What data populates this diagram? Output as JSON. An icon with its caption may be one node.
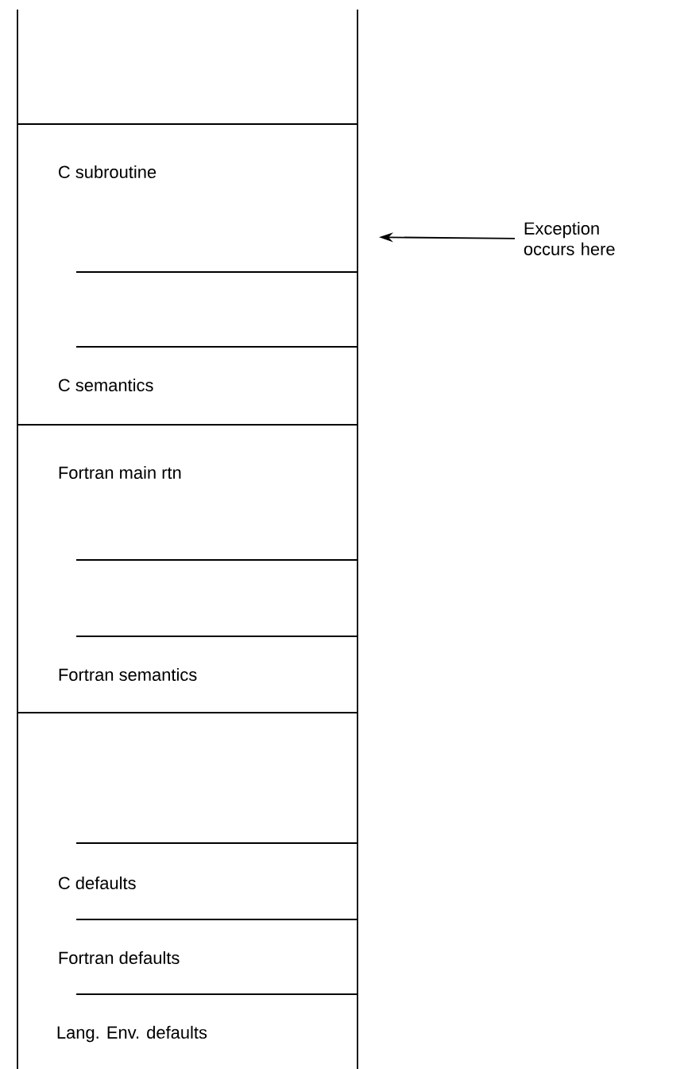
{
  "diagram": {
    "nodes": [
      {
        "text": [],
        "shape": "box"
      },
      {
        "text": [
          "C subroutine"
        ]
      },
      {
        "text": [
          "C semantics"
        ],
        "in": 1
      },
      {
        "text": [
          "Fortran main rtn"
        ]
      },
      {
        "text": [
          "Fortran semantics"
        ],
        "in": 3
      },
      {
        "text": [],
        "shape": "box"
      },
      {
        "text": [
          "C defaults"
        ],
        "in": 5
      },
      {
        "text": [
          "Fortran defaults"
        ],
        "in": 5
      },
      {
        "text": [
          "Lang. Env. defaults"
        ],
        "in": 5
      },
      {
        "text": [
          "Exception occurs here"
        ]
      }
    ],
    "edges": [
      {
        "from": 9,
        "to": 1,
        "arrow": "to"
      }
    ]
  }
}
